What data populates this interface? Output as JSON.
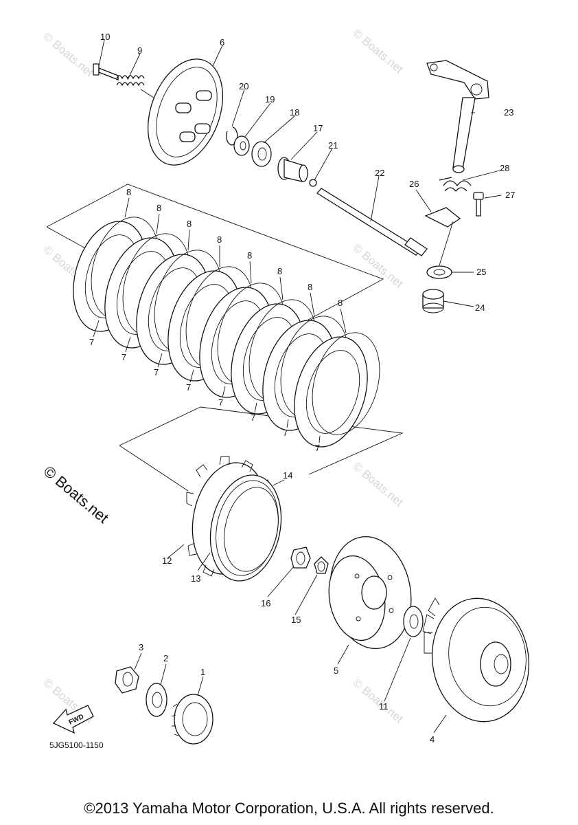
{
  "diagram": {
    "drawing_code": "5JG5100-1150",
    "fwd_label": "FWD",
    "watermark": "© Boats.net",
    "watermark_light": "© Boats.net",
    "callouts": [
      "1",
      "2",
      "3",
      "4",
      "5",
      "6",
      "7",
      "8",
      "9",
      "10",
      "11",
      "12",
      "13",
      "14",
      "15",
      "16",
      "17",
      "18",
      "19",
      "20",
      "21",
      "22",
      "23",
      "24",
      "25",
      "26",
      "27",
      "28"
    ]
  },
  "footer": {
    "copyright": "©2013 Yamaha Motor Corporation, U.S.A. All rights reserved."
  }
}
